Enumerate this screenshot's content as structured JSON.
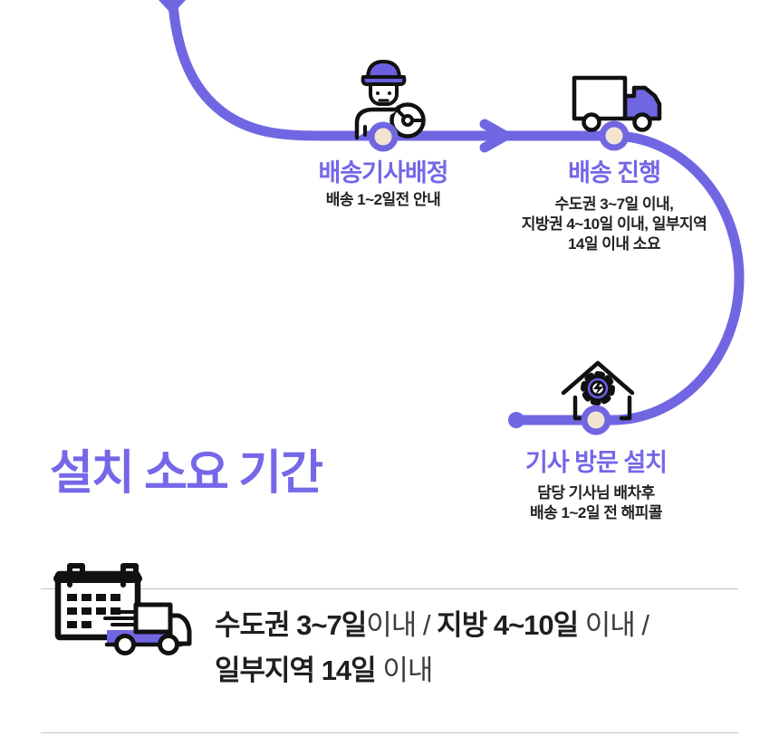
{
  "colors": {
    "accent_line": "#7166e2",
    "accent_title": "#7568e8",
    "icon_purple": "#695fe0",
    "node_inner": "#f2e4cf",
    "text_dark": "#222222",
    "divider": "#c3c3c3"
  },
  "flow": {
    "steps": [
      {
        "id": "driver-assign",
        "title": "배송기사배정",
        "desc": [
          "배송 1~2일전 안내"
        ]
      },
      {
        "id": "delivery-progress",
        "title": "배송 진행",
        "desc": [
          "수도권 3~7일 이내,",
          "지방권 4~10일 이내, 일부지역",
          "14일 이내 소요"
        ]
      },
      {
        "id": "install-visit",
        "title": "기사 방문 설치",
        "desc": [
          "담당 기사님 배차후",
          "배송 1~2일 전 해피콜"
        ]
      }
    ]
  },
  "section": {
    "title": "설치 소요 기간"
  },
  "summary": {
    "line1": [
      {
        "text": "수도권 3~7일",
        "bold": true
      },
      {
        "text": "이내 / ",
        "bold": false
      },
      {
        "text": "지방 4~10일",
        "bold": true
      },
      {
        "text": " 이내 /",
        "bold": false
      }
    ],
    "line2": [
      {
        "text": "일부지역 14일",
        "bold": true
      },
      {
        "text": " 이내",
        "bold": false
      }
    ]
  }
}
